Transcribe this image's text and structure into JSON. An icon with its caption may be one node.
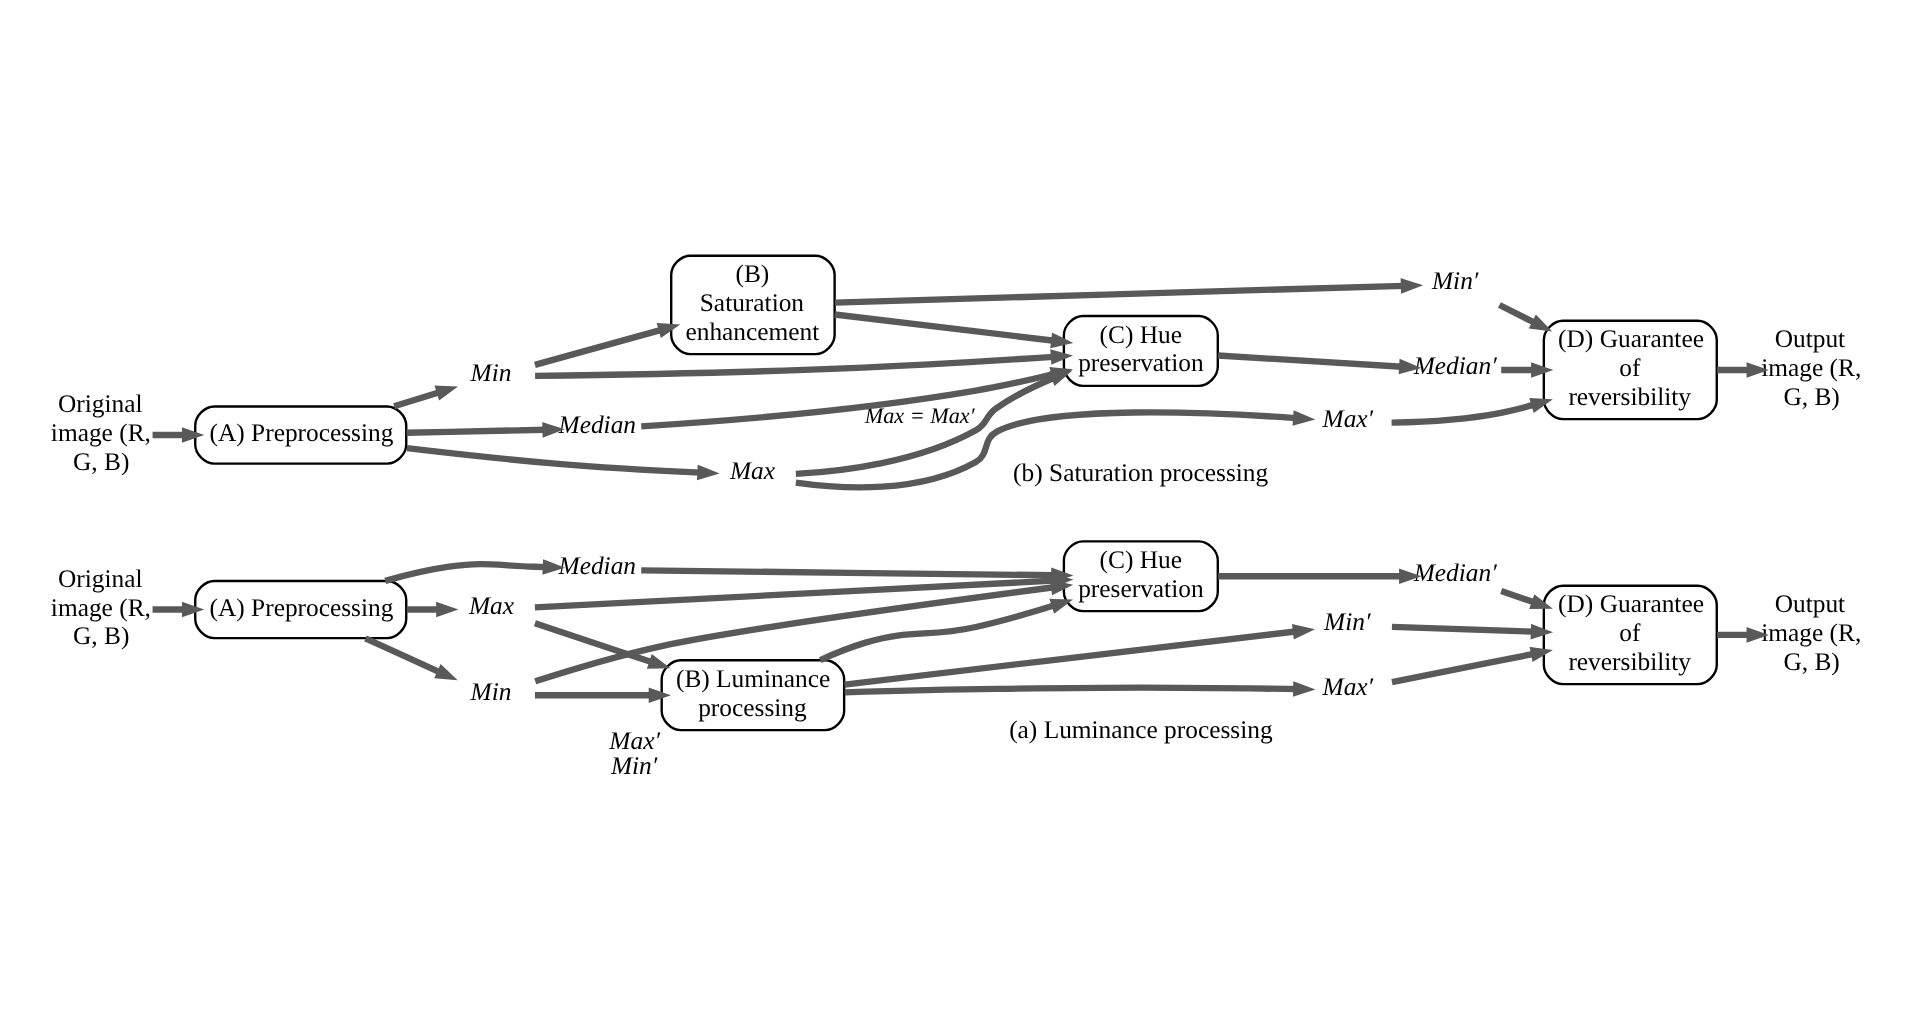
{
  "diagram": {
    "nodes": [
      {
        "text": [
          "Original image (R, G, B)"
        ]
      },
      {
        "text": [
          "(A) Preprocessing"
        ]
      },
      {
        "text": [
          "Max"
        ]
      },
      {
        "text": [
          "Median"
        ]
      },
      {
        "text": [
          "Min"
        ]
      },
      {
        "text": [
          "(B) Luminance processing"
        ],
        "beside": [
          "Max′",
          "Min′"
        ]
      },
      {
        "text": [
          "(C) Hue preservation"
        ]
      },
      {
        "text": [
          "Max′"
        ]
      },
      {
        "text": [
          "Median′"
        ]
      },
      {
        "text": [
          "Min′"
        ]
      },
      {
        "text": [
          "(D) Guarantee of reversibility"
        ]
      },
      {
        "text": [
          "Output image (R, G, B)"
        ]
      },
      {
        "text": [
          "Original image (R, G, B)"
        ]
      },
      {
        "text": [
          "(A) Preprocessing"
        ]
      },
      {
        "text": [
          "Max"
        ]
      },
      {
        "text": [
          "Median"
        ]
      },
      {
        "text": [
          "Min"
        ]
      },
      {
        "text": [
          "(B) Saturation enhancement"
        ]
      },
      {
        "text": [
          "(C) Hue preservation"
        ]
      },
      {
        "text": [
          "Max′"
        ]
      },
      {
        "text": [
          "Median′"
        ]
      },
      {
        "text": [
          "Min′"
        ]
      },
      {
        "text": [
          "(D) Guarantee of reversibility"
        ]
      },
      {
        "text": [
          "Output image (R, G, B)"
        ]
      }
    ],
    "edges": [
      {
        "from": 0,
        "to": 1,
        "arrow": "to"
      },
      {
        "from": 1,
        "to": 2,
        "arrow": "to"
      },
      {
        "from": 1,
        "to": 3,
        "arrow": "to"
      },
      {
        "from": 1,
        "to": 4,
        "arrow": "to"
      },
      {
        "from": 2,
        "to": 5,
        "arrow": "to"
      },
      {
        "from": 2,
        "to": 6,
        "arrow": "to"
      },
      {
        "from": 3,
        "to": 6,
        "arrow": "to"
      },
      {
        "from": 4,
        "to": 5,
        "arrow": "to"
      },
      {
        "from": 4,
        "to": 6,
        "arrow": "to"
      },
      {
        "from": 5,
        "to": 6,
        "arrow": "to"
      },
      {
        "from": 5,
        "to": 7,
        "arrow": "to"
      },
      {
        "from": 5,
        "to": 9,
        "arrow": "to"
      },
      {
        "from": 6,
        "to": 8,
        "arrow": "to"
      },
      {
        "from": 7,
        "to": 10,
        "arrow": "to"
      },
      {
        "from": 8,
        "to": 10,
        "arrow": "to"
      },
      {
        "from": 9,
        "to": 10,
        "arrow": "to"
      },
      {
        "from": 10,
        "to": 11,
        "arrow": "to"
      },
      {
        "from": 12,
        "to": 13,
        "arrow": "to"
      },
      {
        "from": 13,
        "to": 14,
        "arrow": "to"
      },
      {
        "from": 13,
        "to": 15,
        "arrow": "to"
      },
      {
        "from": 13,
        "to": 16,
        "arrow": "to"
      },
      {
        "from": 14,
        "to": 19,
        "arrow": "to"
      },
      {
        "from": 14,
        "to": 18,
        "arrow": "to",
        "label": "Max = Max′"
      },
      {
        "from": 15,
        "to": 18,
        "arrow": "to"
      },
      {
        "from": 16,
        "to": 18,
        "arrow": "to"
      },
      {
        "from": 16,
        "to": 17,
        "arrow": "to"
      },
      {
        "from": 17,
        "to": 18,
        "arrow": "to"
      },
      {
        "from": 17,
        "to": 21,
        "arrow": "to"
      },
      {
        "from": 18,
        "to": 20,
        "arrow": "to"
      },
      {
        "from": 19,
        "to": 22,
        "arrow": "to"
      },
      {
        "from": 20,
        "to": 22,
        "arrow": "to"
      },
      {
        "from": 21,
        "to": 22,
        "arrow": "to"
      },
      {
        "from": 22,
        "to": 23,
        "arrow": "to"
      }
    ],
    "labels": [
      "(a) Luminance processing",
      "(b) Saturation processing"
    ]
  }
}
